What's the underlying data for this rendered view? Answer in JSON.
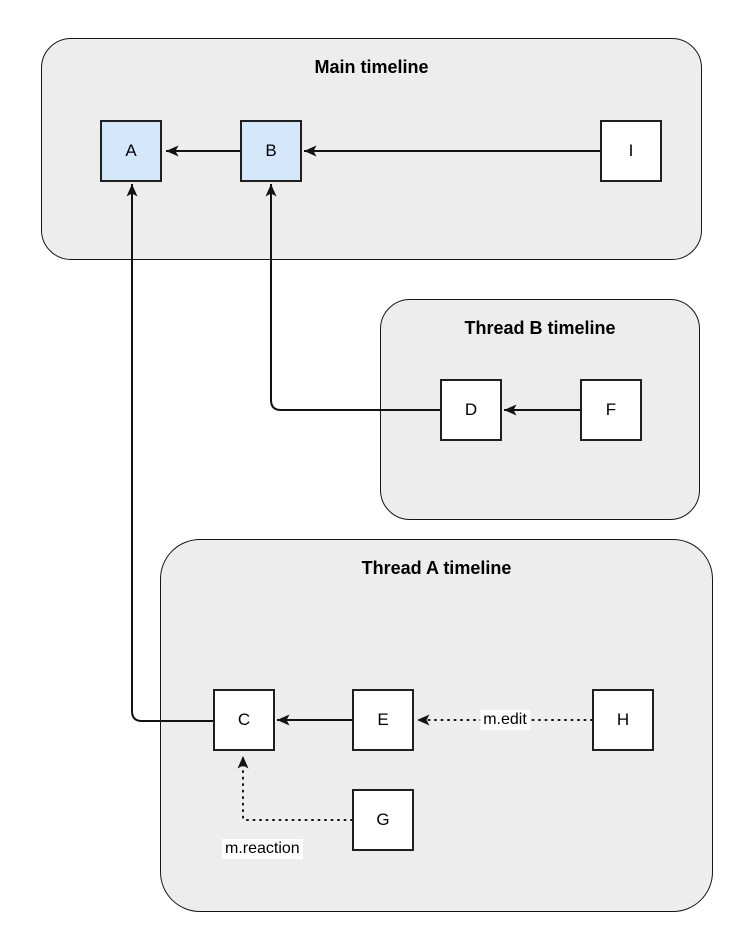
{
  "diagram": {
    "containers": {
      "main": {
        "title": "Main timeline"
      },
      "thread_b": {
        "title": "Thread B timeline"
      },
      "thread_a": {
        "title": "Thread A timeline"
      }
    },
    "nodes": {
      "a": {
        "label": "A",
        "timeline": "Main timeline",
        "highlighted": true
      },
      "b": {
        "label": "B",
        "timeline": "Main timeline",
        "highlighted": true
      },
      "i": {
        "label": "I",
        "timeline": "Main timeline",
        "highlighted": false
      },
      "d": {
        "label": "D",
        "timeline": "Thread B timeline",
        "highlighted": false
      },
      "f": {
        "label": "F",
        "timeline": "Thread B timeline",
        "highlighted": false
      },
      "c": {
        "label": "C",
        "timeline": "Thread A timeline",
        "highlighted": false
      },
      "e": {
        "label": "E",
        "timeline": "Thread A timeline",
        "highlighted": false
      },
      "h": {
        "label": "H",
        "timeline": "Thread A timeline",
        "highlighted": false
      },
      "g": {
        "label": "G",
        "timeline": "Thread A timeline",
        "highlighted": false
      }
    },
    "edges": {
      "b_to_a": {
        "from": "B",
        "to": "A",
        "style": "solid",
        "label": ""
      },
      "i_to_b": {
        "from": "I",
        "to": "B",
        "style": "solid",
        "label": ""
      },
      "f_to_d": {
        "from": "F",
        "to": "D",
        "style": "solid",
        "label": ""
      },
      "d_to_b": {
        "from": "D",
        "to": "B",
        "style": "solid",
        "label": ""
      },
      "e_to_c": {
        "from": "E",
        "to": "C",
        "style": "solid",
        "label": ""
      },
      "c_to_a": {
        "from": "C",
        "to": "A",
        "style": "solid",
        "label": ""
      },
      "h_to_e": {
        "from": "H",
        "to": "E",
        "style": "dotted",
        "label": "m.edit"
      },
      "g_to_c": {
        "from": "G",
        "to": "C",
        "style": "dotted",
        "label": "m.reaction"
      }
    },
    "colors": {
      "container_fill": "#ededed",
      "container_stroke": "#161616",
      "node_fill": "#ffffff",
      "node_stroke": "#1f1f1f",
      "highlight_fill": "#d5e7fa",
      "edge_color": "#121212",
      "text_color": "#000000"
    }
  }
}
